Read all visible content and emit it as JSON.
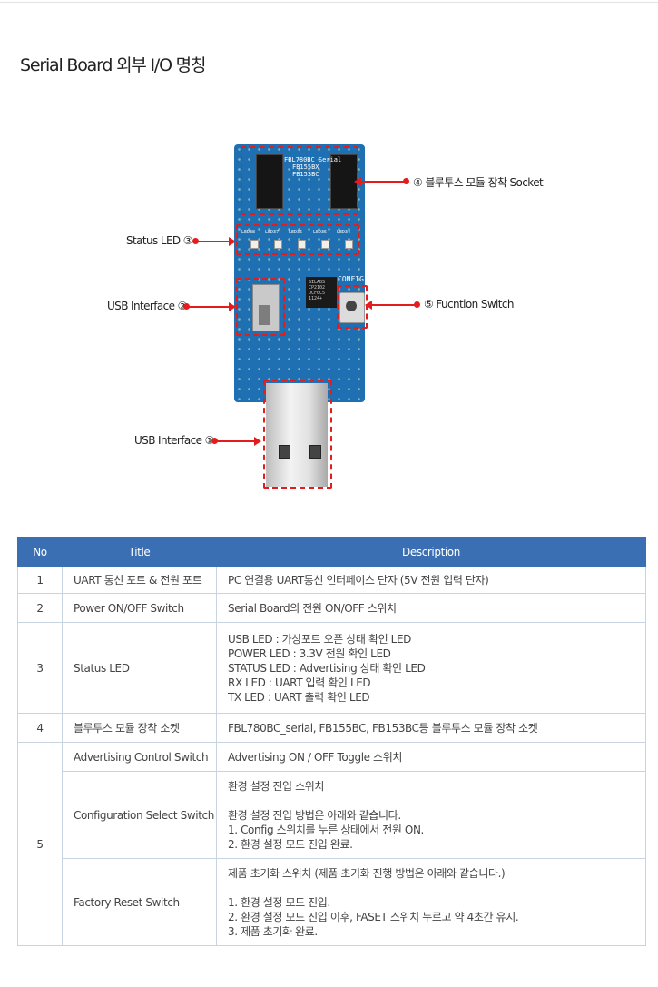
{
  "page": {
    "title": "Serial Board 외부 I/O 명칭"
  },
  "board": {
    "silk_model": "FBL780BC_Serial",
    "silk_model2": "FB155BX",
    "silk_model3": "FB153BC",
    "silk_config": "CONFIG",
    "chip": [
      "SILABS",
      "CP2102",
      "DCF0C5",
      "1124+"
    ],
    "led_labels": [
      "LED38",
      "LED37",
      "LED36",
      "LED35",
      "LED34"
    ]
  },
  "callouts": {
    "socket": "④ 블루투스 모듈 장착 Socket",
    "status_led": "Status LED ③",
    "usb2": "USB Interface ②",
    "function_switch": "⑤ Fucntion Switch",
    "usb1": "USB Interface ①"
  },
  "table": {
    "headers": {
      "no": "No",
      "title": "Title",
      "description": "Description"
    },
    "rows": [
      {
        "no": "1",
        "title": "UART 통신 포트 & 전원 포트",
        "desc": [
          "PC 연결용 UART통신 인터페이스 단자 (5V 전원 입력 단자)"
        ]
      },
      {
        "no": "2",
        "title": "Power ON/OFF Switch",
        "desc": [
          "Serial Board의 전원 ON/OFF 스위치"
        ]
      },
      {
        "no": "3",
        "title": "Status LED",
        "desc": [
          "USB LED : 가상포트 오픈 상태 확인 LED",
          "POWER LED : 3.3V 전원 확인 LED",
          "STATUS LED : Advertising 상태 확인 LED",
          "RX LED : UART 입력 확인 LED",
          "TX LED : UART 출력 확인 LED"
        ]
      },
      {
        "no": "4",
        "title": "블루투스 모듈 장착 소켓",
        "desc": [
          "FBL780BC_serial, FB155BC, FB153BC등 블루투스 모듈 장착 소켓"
        ]
      },
      {
        "no": "5",
        "title": "Advertising Control Switch",
        "desc": [
          "Advertising ON / OFF Toggle 스위치"
        ]
      },
      {
        "no": "",
        "title": "Configuration Select Switch",
        "desc": [
          "환경 설정 진입 스위치",
          "",
          "환경 설정 진입 방법은 아래와 같습니다.",
          "1. Config 스위치를 누른 상태에서 전원 ON.",
          "2. 환경 설정 모드 진입 완료."
        ]
      },
      {
        "no": "",
        "title": "Factory Reset Switch",
        "desc": [
          "제품 초기화 스위치 (제품 초기화 진행 방법은 아래와 같습니다.)",
          "",
          "1. 환경 설정 모드 진입.",
          "2. 환경 설정 모드 진입 이후, FASET 스위치 누르고 약 4초간 유지.",
          "3. 제품 초기화 완료."
        ]
      }
    ]
  }
}
